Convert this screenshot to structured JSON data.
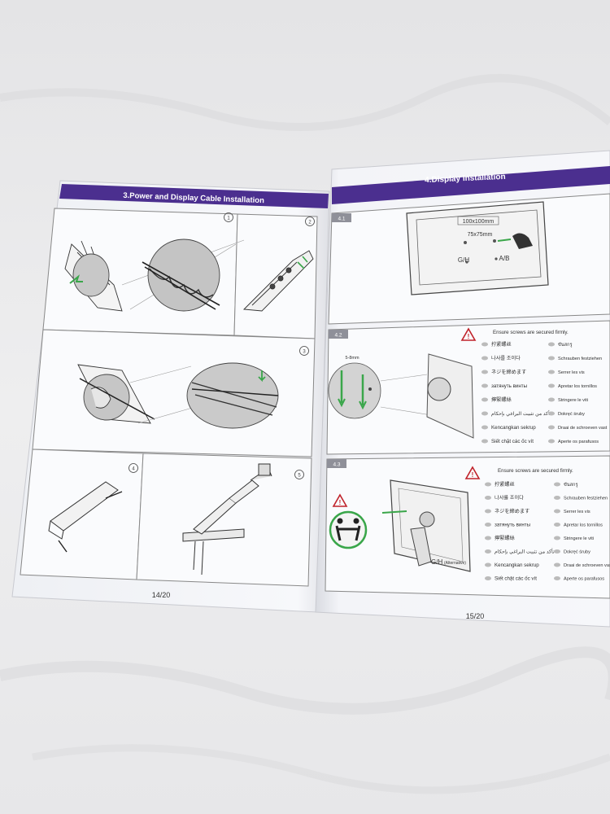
{
  "left_page": {
    "header": "3.Power and Display Cable Installation",
    "step_numbers": [
      "1",
      "2",
      "3",
      "4",
      "5"
    ],
    "page_number": "14/20"
  },
  "right_page": {
    "header": "4.Display Installation",
    "page_number": "15/20",
    "step_4_1": {
      "label": "4.1",
      "vesa_outer": "100x100mm",
      "vesa_inner": "75x75mm",
      "hole_left": "G/H",
      "hole_right": "A/B"
    },
    "step_4_2": {
      "label": "4.2",
      "screw_size": "5-8mm",
      "warning_title": "Ensure screws are secured firmly.",
      "languages_left": [
        "拧紧螺丝",
        "나사를 조이다",
        "ネジを締めます",
        "затянуть винты",
        "擰緊螺絲",
        "تأكد من تثبيت البراغي بإحكام",
        "Kencangkan sekrup",
        "Siết chặt các ốc vít"
      ],
      "languages_right": [
        "ขันสกรู",
        "Schrauben festziehen",
        "Serrer les vis",
        "Apretar los tornillos",
        "Stringere le viti",
        "Dokręć śruby",
        "Draai de schroeven vast",
        "Aperte os parafusos"
      ]
    },
    "step_4_3": {
      "label": "4.3",
      "warning_title": "Ensure screws are secured firmly.",
      "mount_label": "G/H",
      "mount_note": "(Alternative)",
      "languages_left": [
        "拧紧螺丝",
        "나사를 조이다",
        "ネジを締めます",
        "затянуть винты",
        "擰緊螺絲",
        "تأكد من تثبيت البراغي بإحكام",
        "Kencangkan sekrup",
        "Siết chặt các ốc vít"
      ],
      "languages_right": [
        "ขันสกรู",
        "Schrauben festziehen",
        "Serrer les vis",
        "Apretar los tornillos",
        "Stringere le viti",
        "Dokręć śruby",
        "Draai de schroeven vast",
        "Aperte os parafusos"
      ]
    }
  },
  "colors": {
    "header_purple": "#4b2f8f",
    "warning_red": "#c0232b",
    "arrow_green": "#3aa64a"
  }
}
